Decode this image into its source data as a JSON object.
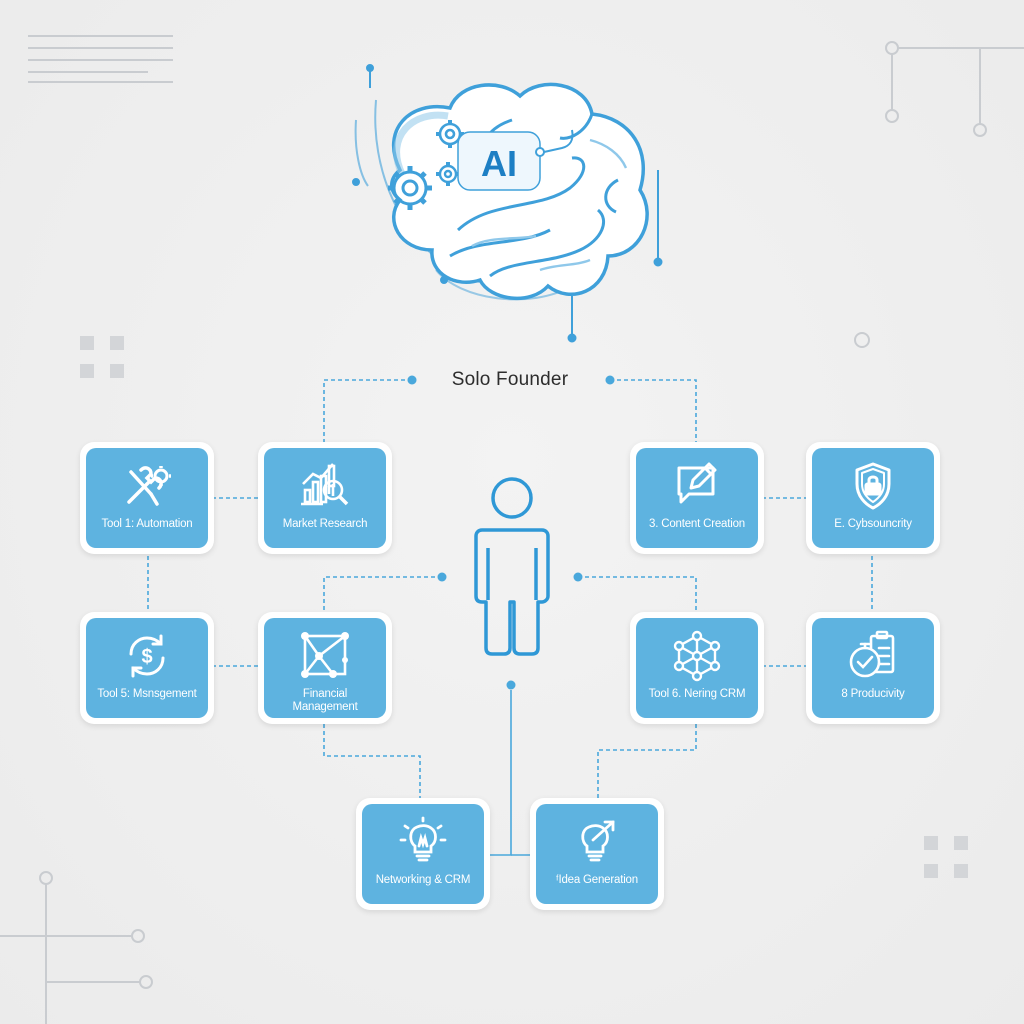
{
  "diagram": {
    "logo_text": "AI",
    "center_title": "Solo Founder",
    "tools": [
      {
        "id": "automation",
        "label": "Tool 1: Automation",
        "icon": "wrench-gear-icon"
      },
      {
        "id": "market-research",
        "label": "Market Research",
        "icon": "chart-magnifier-icon"
      },
      {
        "id": "content-creation",
        "label": "3. Content Creation",
        "icon": "chat-pencil-icon"
      },
      {
        "id": "cybersecurity",
        "label": "E. Cybsouncrity",
        "icon": "shield-lock-icon"
      },
      {
        "id": "management",
        "label": "Tool 5: Msnsgement",
        "icon": "dollar-cycle-icon"
      },
      {
        "id": "financial-management",
        "label": "Financial\nManagement",
        "icon": "network-nodes-icon"
      },
      {
        "id": "nering-crm",
        "label": "Tool 6. Nering CRM",
        "icon": "molecule-network-icon"
      },
      {
        "id": "productivity",
        "label": "8 Producivity",
        "icon": "stopwatch-checklist-icon"
      },
      {
        "id": "networking-crm",
        "label": "Networking & CRM",
        "icon": "lightbulb-icon"
      },
      {
        "id": "idea-generation",
        "label": "ᶠIdea Generation",
        "icon": "lightbulb-arrow-icon"
      }
    ]
  },
  "colors": {
    "card_blue": "#5eb3e0",
    "line_blue": "#3fa0da",
    "accent_dark": "#1d7fc4",
    "background": "#ededed"
  }
}
